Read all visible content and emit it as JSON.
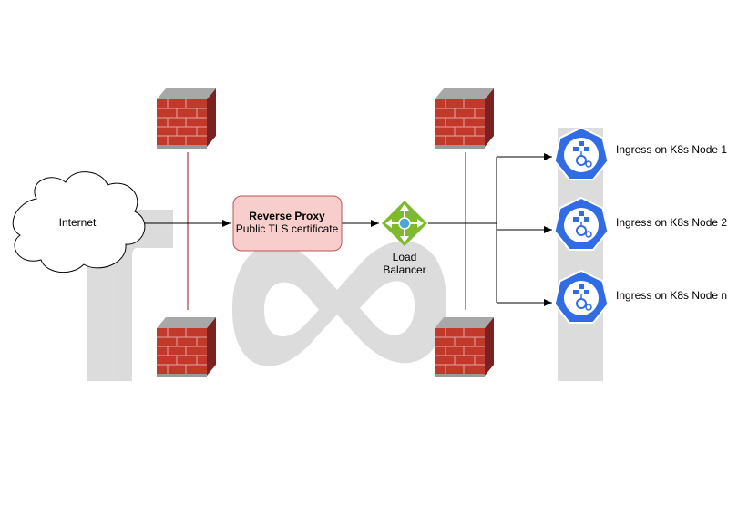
{
  "nodes": {
    "internet": {
      "label": "Internet"
    },
    "reverse_proxy": {
      "title": "Reverse Proxy",
      "subtitle": "Public TLS certificate"
    },
    "load_balancer": {
      "line1": "Load",
      "line2": "Balancer"
    },
    "ingress": [
      {
        "label": "Ingress on K8s Node 1"
      },
      {
        "label": "Ingress on K8s Node 2"
      },
      {
        "label": "Ingress on K8s Node n"
      }
    ]
  },
  "icons": {
    "firewall": "brick-firewall-icon",
    "load_balancer": "load-balancer-icon",
    "kubernetes": "kubernetes-ingress-icon",
    "watermark": "background-logo-watermark"
  },
  "colors": {
    "proxy_fill": "#f8cecc",
    "proxy_stroke": "#b85450",
    "firewall_line": "#8b1a1a",
    "k8s_blue": "#326ce5",
    "lb_green": "#7fba2c",
    "watermark": "#d8d8d8"
  }
}
